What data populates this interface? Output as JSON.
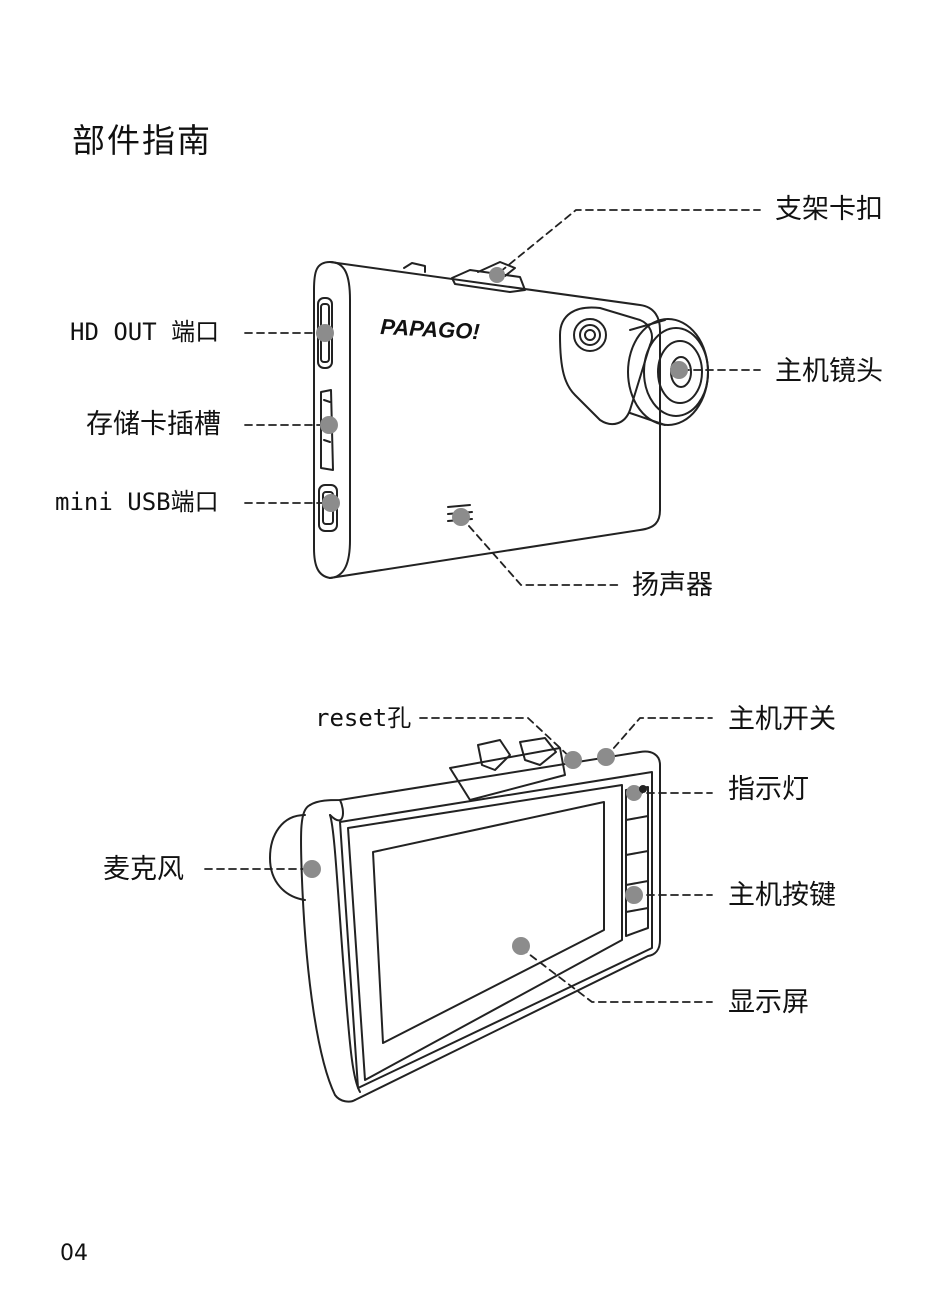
{
  "page": {
    "title": "部件指南",
    "page_number": "04"
  },
  "brand": {
    "logo_text": "PAPAGO!"
  },
  "front_view": {
    "labels": {
      "mount_clip": "支架卡扣",
      "hd_out": "HD OUT 端口",
      "card_slot": "存储卡插槽",
      "lens": "主机镜头",
      "mini_usb": "mini USB端口",
      "speaker": "扬声器"
    }
  },
  "back_view": {
    "labels": {
      "reset": "reset孔",
      "power": "主机开关",
      "indicator": "指示灯",
      "mic": "麦克风",
      "buttons": "主机按键",
      "screen": "显示屏"
    }
  },
  "colors": {
    "marker": "#8c8c8c",
    "line": "#222222"
  }
}
